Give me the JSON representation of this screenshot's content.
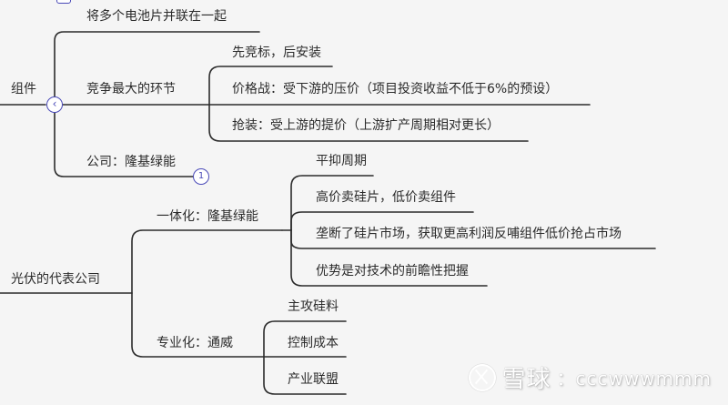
{
  "branch_components": {
    "root": "组件",
    "item1": "将多个电池片并联在一起",
    "item2": "竞争最大的环节",
    "item2_children": [
      "先竞标，后安装",
      "价格战：受下游的压价（项目投资收益不低于6%的预设）",
      "抢装：受上游的提价（上游扩产周期相对更长）"
    ],
    "item3": "公司：隆基绿能",
    "item3_badge": "1",
    "collapse_icon": "chevron-left-icon"
  },
  "branch_companies": {
    "root": "光伏的代表公司",
    "integrated": "一体化：隆基绿能",
    "integrated_children": [
      "平抑周期",
      "高价卖硅片，低价卖组件",
      "垄断了硅片市场，获取更高利润反哺组件低价抢占市场",
      "优势是对技术的前瞻性把握"
    ],
    "specialized": "专业化：通威",
    "specialized_children": [
      "主攻硅料",
      "控制成本",
      "产业联盟"
    ]
  },
  "watermark": {
    "brand": "雪球",
    "handle": "：cccwwwmmm"
  },
  "colors": {
    "line": "#2b2b2b",
    "accent": "#4a4ab8",
    "background": "#f5f5f5"
  }
}
